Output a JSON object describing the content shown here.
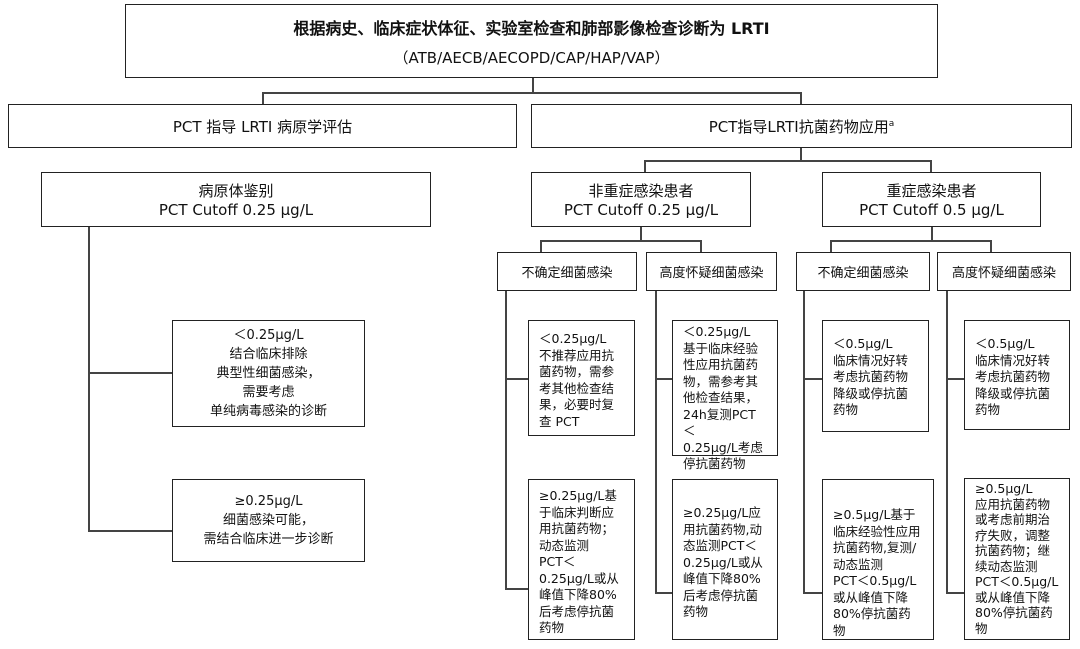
{
  "top": {
    "title": "根据病史、临床症状体征、实验室检查和肺部影像检查诊断为 LRTI",
    "subtitle": "（ATB/AECB/AECOPD/CAP/HAP/VAP）"
  },
  "left": {
    "header": "PCT 指导 LRTI 病原学评估",
    "sub_title": "病原体鉴别",
    "sub_cutoff": "PCT Cutoff 0.25 μg/L",
    "low": "＜0.25μg/L\n结合临床排除\n典型性细菌感染，\n需要考虑\n单纯病毒感染的诊断",
    "high": "≥0.25μg/L\n细菌感染可能，\n需结合临床进一步诊断"
  },
  "right": {
    "header": "PCT指导LRTI抗菌药物应用",
    "header_sup": "a",
    "nonsevere": {
      "title": "非重症感染患者",
      "cutoff": "PCT Cutoff 0.25 μg/L",
      "uncertain": "不确定细菌感染",
      "suspected": "高度怀疑细菌感染",
      "uncertain_low": "＜0.25μg/L\n不推荐应用抗\n菌药物，需参\n考其他检查结\n果，必要时复\n查 PCT",
      "uncertain_high": "≥0.25μg/L基\n于临床判断应\n用抗菌药物；\n动态监测\nPCT＜\n0.25μg/L或从\n峰值下降80%\n后考虑停抗菌\n药物",
      "suspected_low": "＜0.25μg/L\n基于临床经验\n性应用抗菌药\n物，需参考其\n他检查结果，\n24h复测PCT＜\n0.25μg/L考虑\n停抗菌药物",
      "suspected_high": "≥0.25μg/L应\n用抗菌药物,动\n态监测PCT＜\n0.25μg/L或从\n峰值下降80%\n后考虑停抗菌\n药物"
    },
    "severe": {
      "title": "重症感染患者",
      "cutoff": "PCT Cutoff 0.5 μg/L",
      "uncertain": "不确定细菌感染",
      "suspected": "高度怀疑细菌感染",
      "uncertain_low": "＜0.5μg/L\n临床情况好转\n考虑抗菌药物\n降级或停抗菌\n药物",
      "uncertain_high": "≥0.5μg/L基于\n临床经验性应用\n抗菌药物,复测/\n动态监测\nPCT＜0.5μg/L\n或从峰值下降\n80%停抗菌药物",
      "suspected_low": "＜0.5μg/L\n临床情况好转\n考虑抗菌药物\n降级或停抗菌\n药物",
      "suspected_high": "≥0.5μg/L\n应用抗菌药物\n或考虑前期治\n疗失败，调整\n抗菌药物；继\n续动态监测\nPCT＜0.5μg/L\n或从峰值下降\n80%停抗菌药\n物"
    }
  }
}
